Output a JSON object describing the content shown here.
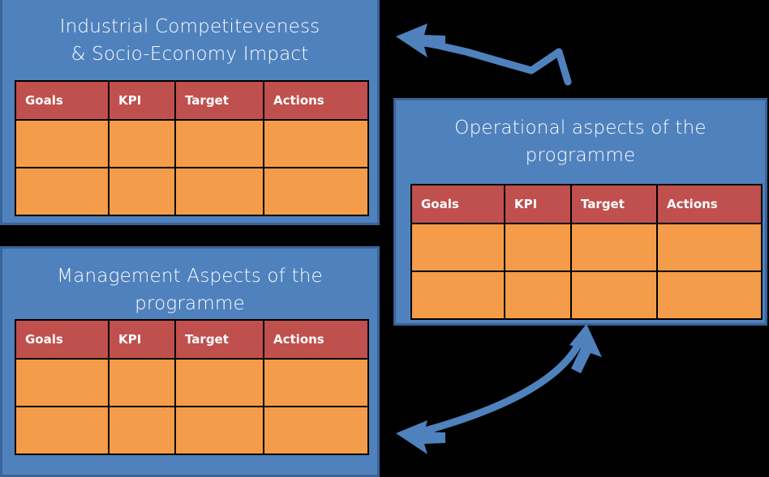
{
  "diagram": {
    "background_color": "#000000",
    "panel_color": "#4F81BD",
    "panel_border_color": "#3A6397",
    "header_color": "#C0504D",
    "cell_color": "#F59C4A",
    "grid_color": "#000000",
    "arrow_color": "#4F81BD"
  },
  "panels": [
    {
      "id": "industrial",
      "title": "Industrial Competiteveness\n& Socio-Economy Impact",
      "table": {
        "headers": [
          "Goals",
          "KPI",
          "Target",
          "Actions"
        ],
        "rows": [
          [
            "",
            "",
            "",
            ""
          ],
          [
            "",
            "",
            "",
            ""
          ]
        ]
      }
    },
    {
      "id": "operational",
      "title": "Operational aspects of the\nprogramme",
      "table": {
        "headers": [
          "Goals",
          "KPI",
          "Target",
          "Actions"
        ],
        "rows": [
          [
            "",
            "",
            "",
            ""
          ],
          [
            "",
            "",
            "",
            ""
          ]
        ]
      }
    },
    {
      "id": "management",
      "title": "Management Aspects of the\nprogramme",
      "table": {
        "headers": [
          "Goals",
          "KPI",
          "Target",
          "Actions"
        ],
        "rows": [
          [
            "",
            "",
            "",
            ""
          ],
          [
            "",
            "",
            "",
            ""
          ]
        ]
      }
    }
  ],
  "arrows": [
    {
      "id": "operational-to-industrial",
      "direction": "left",
      "heads": 1,
      "from": "operational",
      "to": "industrial"
    },
    {
      "id": "management-operational-link",
      "direction": "bidirectional",
      "heads": 2,
      "from": "management",
      "to": "operational"
    }
  ]
}
